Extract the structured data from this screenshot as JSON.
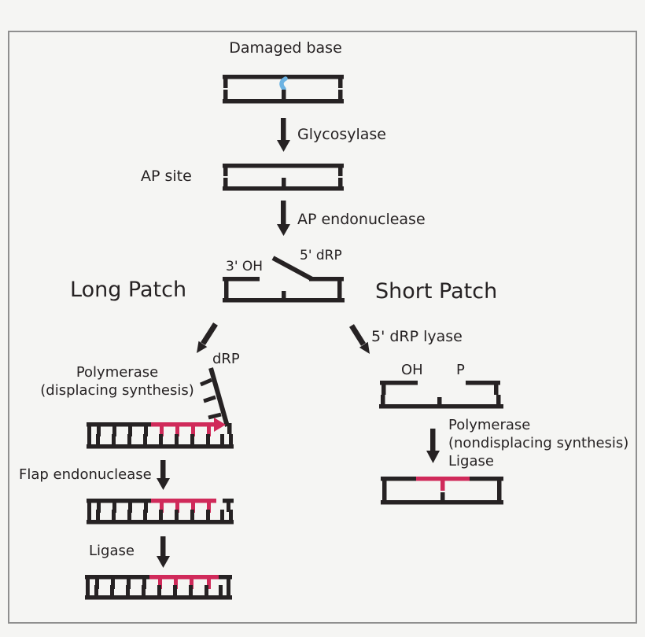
{
  "title": "Base excision repair pathway diagram",
  "colors": {
    "background": "#f5f5f3",
    "frame": "#8f8f8f",
    "ink": "#262223",
    "accent": "#d02a5a",
    "damaged_base_blue": "#6db3e2"
  },
  "labels": {
    "damaged_base": "Damaged base",
    "glycosylase": "Glycosylase",
    "ap_site": "AP site",
    "ap_endonuclease": "AP endonuclease",
    "three_prime_oh": "3' OH",
    "five_prime_drp": "5' dRP",
    "long_patch": "Long Patch",
    "short_patch": "Short Patch",
    "five_prime_drp_lyase": "5' dRP lyase",
    "drp_flap": "dRP",
    "polymerase_displacing_line1": "Polymerase",
    "polymerase_displacing_line2": "(displacing synthesis)",
    "flap_endonuclease": "Flap endonuclease",
    "ligase_long_patch": "Ligase",
    "oh_end": "OH",
    "p_end": "P",
    "polymerase_nondisplacing_line1": "Polymerase",
    "polymerase_nondisplacing_line2": "(nondisplacing synthesis)",
    "polymerase_nondisplacing_line3": "Ligase"
  }
}
